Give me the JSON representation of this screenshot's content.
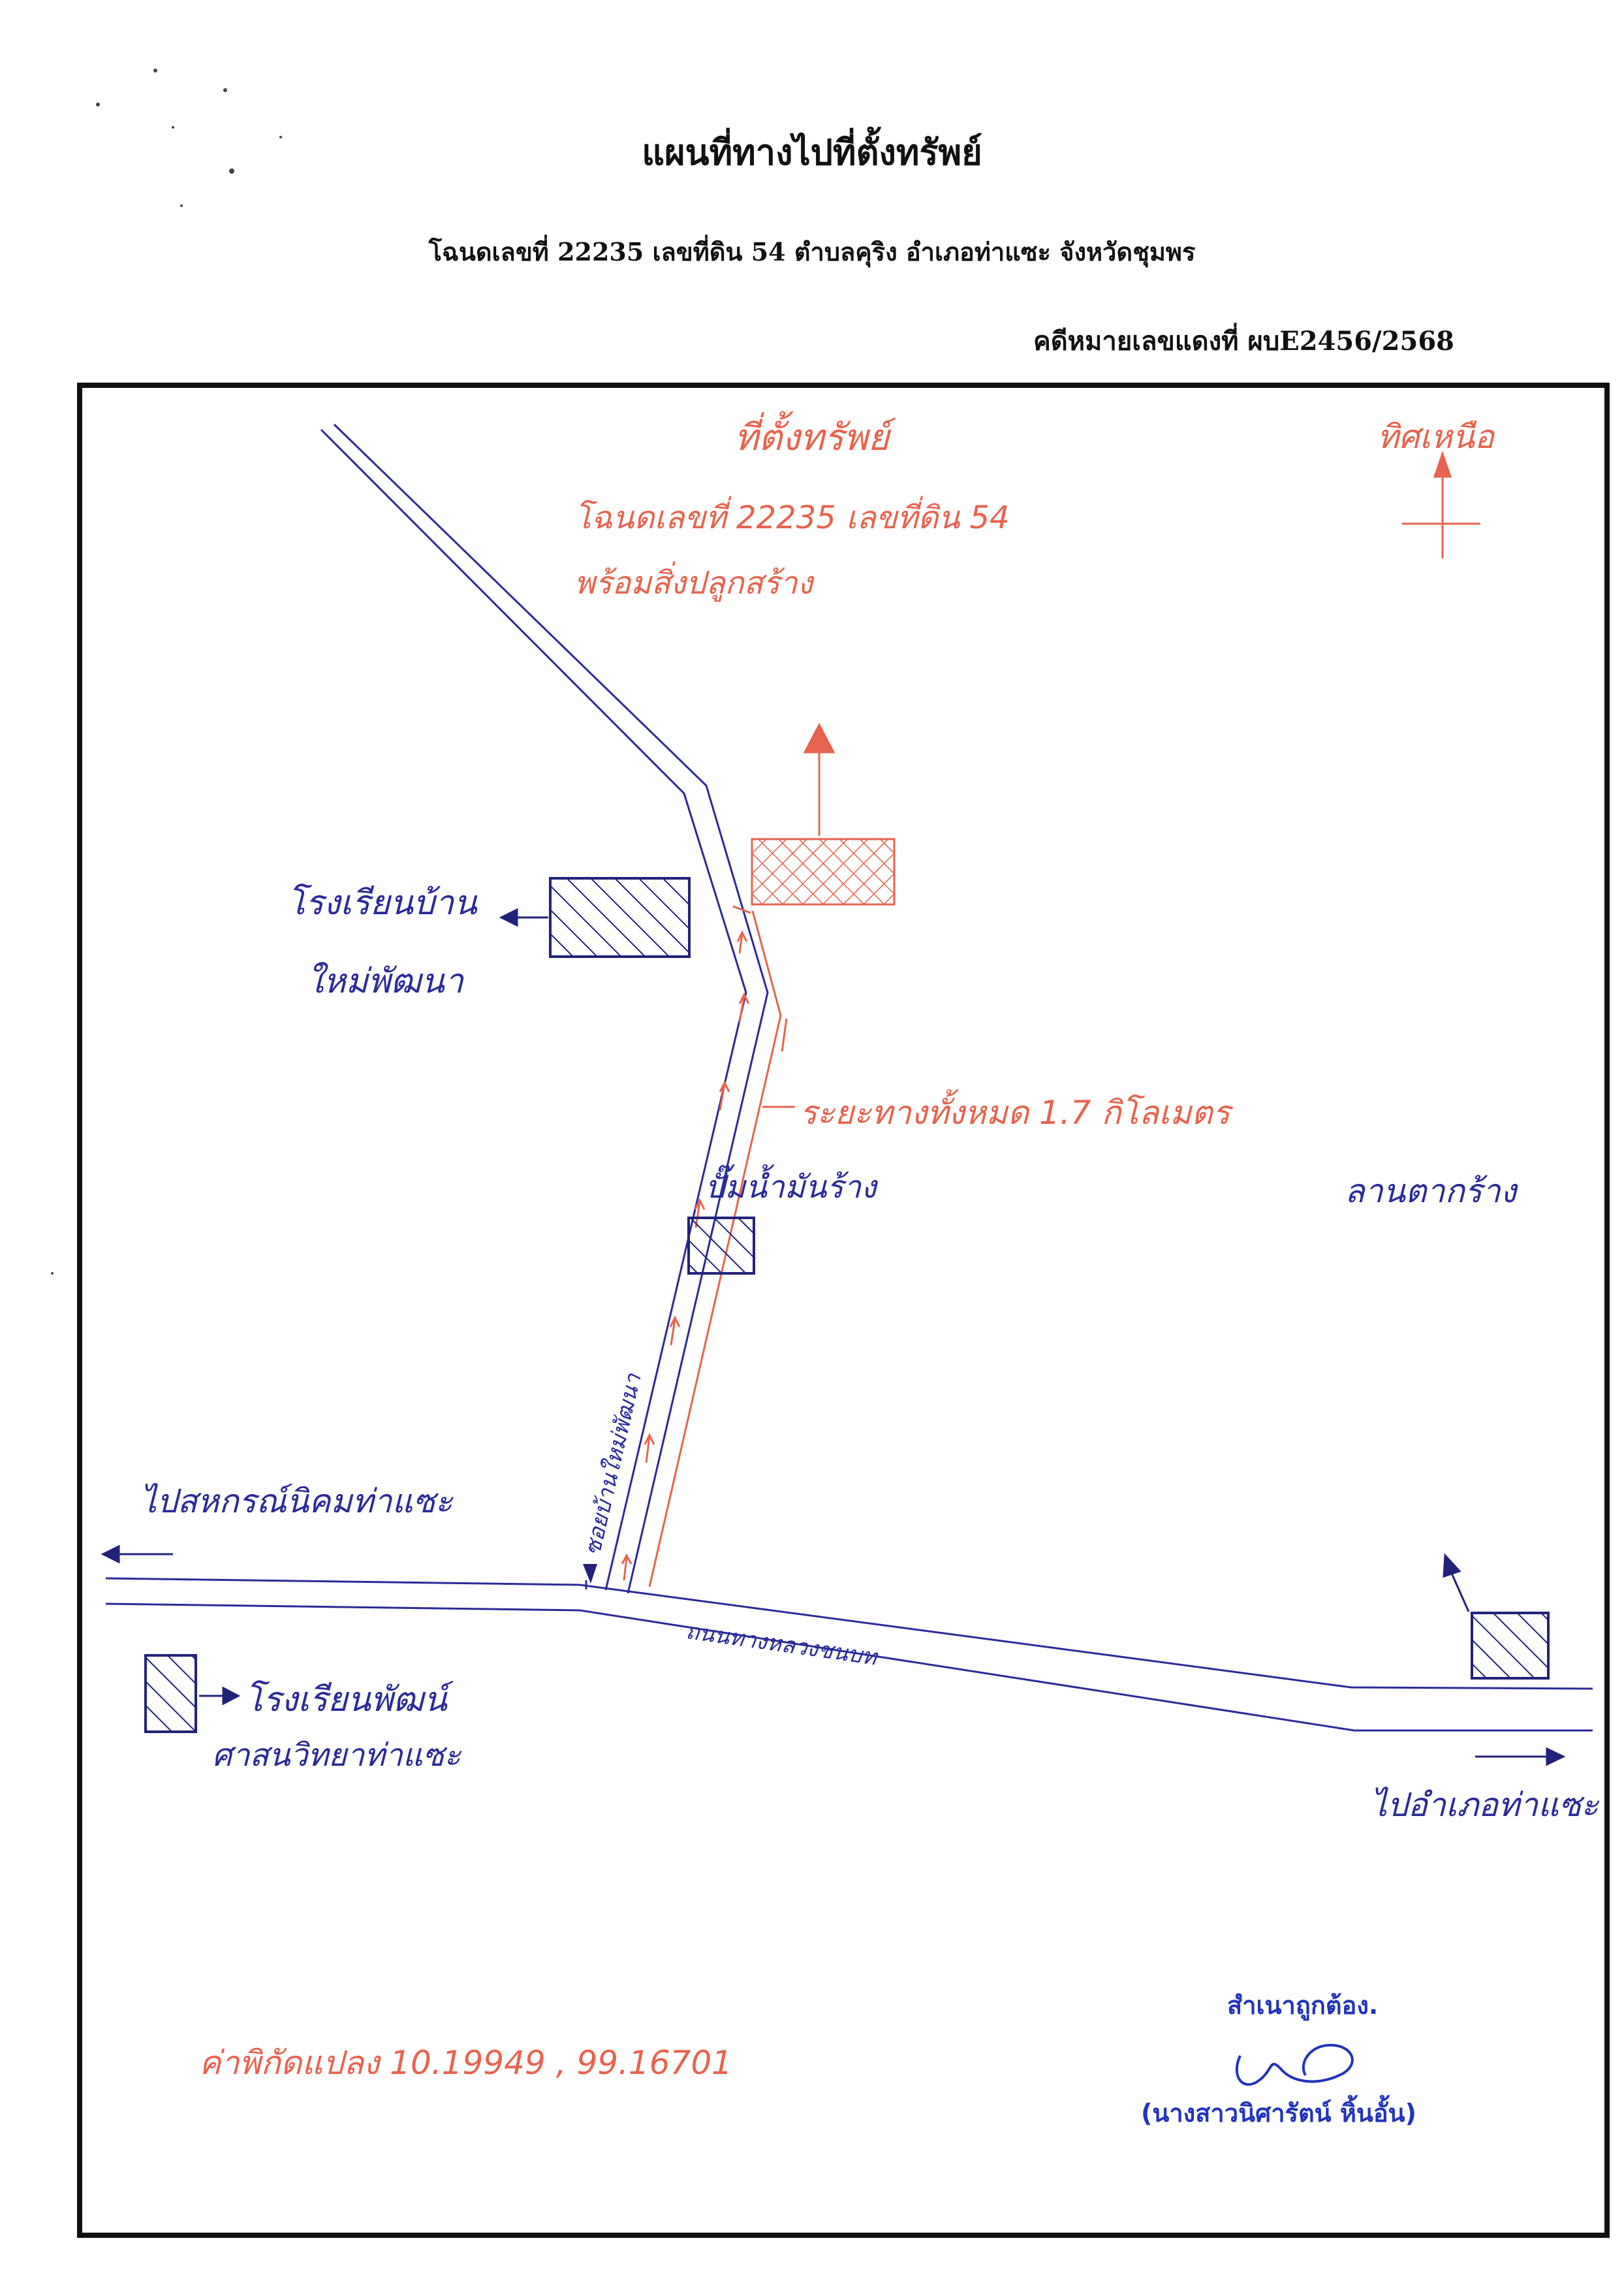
{
  "document": {
    "title": "แผนที่ทางไปที่ตั้งทรัพย์",
    "subtitle": "โฉนดเลขที่  22235  เลขที่ดิน  54  ตำบลคุริง  อำเภอท่าแซะ  จังหวัดชุมพร",
    "case_number": "คดีหมายเลขแดงที่ ผบE2456/2568"
  },
  "map": {
    "property_label": {
      "heading": "ที่ตั้งทรัพย์",
      "line1": "โฉนดเลขที่ 22235  เลขที่ดิน 54",
      "line2": "พร้อมสิ่งปลูกสร้าง"
    },
    "north_label": "ทิศเหนือ",
    "distance_label": "ระยะทางทั้งหมด 1.7 กิโลเมตร",
    "school_north": {
      "line1": "โรงเรียนบ้าน",
      "line2": "ใหม่พัฒนา"
    },
    "alley_label": "ซอยบ้านใหม่พัฒนา",
    "gas_station_label": "ปั๊มน้ำมันร้าง",
    "abandoned_building_label": "ลานตากร้าง",
    "to_cooperative_label": "ไปสหกรณ์นิคมท่าแซะ",
    "main_road_label": "ถนนทางหลวงชนบท",
    "school_south": {
      "line1": "โรงเรียนพัฒน์",
      "line2": "ศาสนวิทยาท่าแซะ"
    },
    "to_district_label": "ไปอำเภอท่าแซะ",
    "coordinates_label": "ค่าพิกัดแปลง  10.19949 , 99.16701",
    "colors": {
      "road_ink": "#2a2a9a",
      "property_ink": "#e8634f",
      "frame": "#111111"
    }
  },
  "certification": {
    "label": "สำเนาถูกต้อง.",
    "signer": "(นางสาวนิศารัตน์  หิ้นอั้น)"
  }
}
